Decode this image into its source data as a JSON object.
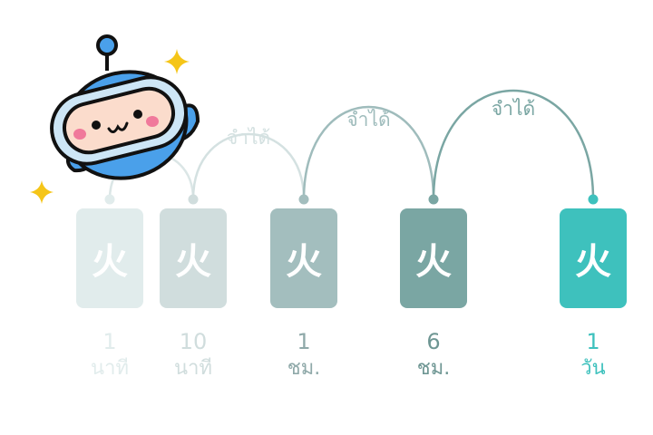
{
  "glyph": "火",
  "steps": [
    {
      "number": "1",
      "unit": "นาที",
      "color": "#e1ecec",
      "text_color": "#e1ecec"
    },
    {
      "number": "10",
      "unit": "นาที",
      "color": "#d0dddd",
      "text_color": "#d0dddd"
    },
    {
      "number": "1",
      "unit": "ชม.",
      "color": "#a3bebe",
      "text_color": "#8fa9a9"
    },
    {
      "number": "6",
      "unit": "ชม.",
      "color": "#7aa6a3",
      "text_color": "#6e9693"
    },
    {
      "number": "1",
      "unit": "วัน",
      "color": "#3ec1bd",
      "text_color": "#3ec1bd"
    }
  ],
  "arc_label_text": "จำได้",
  "arcs": [
    {
      "label": "",
      "color": "#dbe6e6"
    },
    {
      "label": "จำได้",
      "color": "#d4e1e1"
    },
    {
      "label": "จำได้",
      "color": "#9fbcbc"
    },
    {
      "label": "จำได้",
      "color": "#7aa6a3"
    }
  ],
  "mascot": {
    "icon": "robot-mascot-icon"
  },
  "sparkles": [
    "star-sparkle-icon",
    "star-sparkle-icon"
  ]
}
